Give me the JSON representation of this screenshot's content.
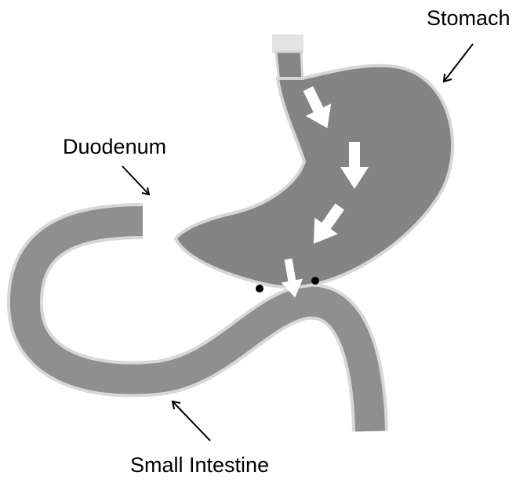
{
  "labels": {
    "stomach": "Stomach",
    "duodenum": "Duodenum",
    "small_intestine": "Small Intestine"
  },
  "colors": {
    "organ_fill": "#8c8c8c",
    "stomach_fill": "#848484",
    "organ_outline": "#d6d6d6",
    "arrow_fill": "#ffffff",
    "sphincter_dot": "#000000",
    "label_text": "#000000"
  },
  "flow_arrows": 4
}
